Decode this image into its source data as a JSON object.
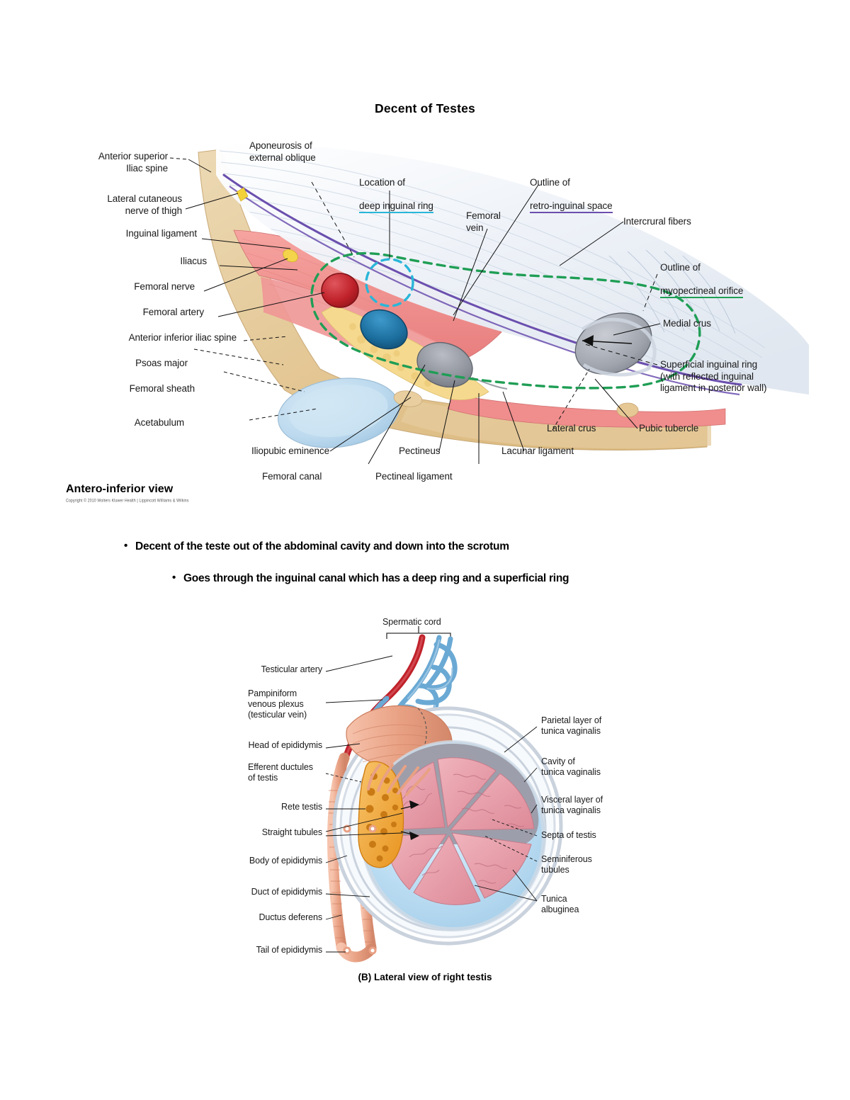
{
  "document": {
    "title": "Decent of Testes",
    "background_color": "#ffffff"
  },
  "figure_a": {
    "caption": "Antero-inferior view",
    "copyright": "Copyright © 2010 Wolters Kluwer Health | Lippincott Williams & Wilkins",
    "labels_left": [
      {
        "text": "Anterior superior\nIliac spine"
      },
      {
        "text": "Lateral cutaneous\nnerve of thigh"
      },
      {
        "text": "Inguinal ligament"
      },
      {
        "text": "Iliacus"
      },
      {
        "text": "Femoral nerve"
      },
      {
        "text": "Femoral artery"
      },
      {
        "text": "Anterior inferior iliac spine"
      },
      {
        "text": "Psoas major"
      },
      {
        "text": "Femoral sheath"
      },
      {
        "text": "Acetabulum"
      }
    ],
    "labels_top": [
      {
        "text": "Aponeurosis of\nexternal oblique"
      },
      {
        "line1": "Location of",
        "line2": "deep inguinal ring",
        "underline_color": "#29b6d8"
      },
      {
        "line1": "Outline of",
        "line2": "retro-inguinal space",
        "underline_color": "#6b4fae"
      },
      {
        "text": "Femoral\nvein"
      }
    ],
    "labels_right": [
      {
        "text": "Intercrural fibers"
      },
      {
        "line1": "Outline of",
        "line2": "myopectineal orifice",
        "underline_color": "#1f9e55"
      },
      {
        "text": "Medial crus"
      },
      {
        "text": "Superficial inguinal ring\n(with reflected inguinal\nligament in posterior wall)"
      },
      {
        "text": "Pubic tubercle"
      },
      {
        "text": "Lateral crus"
      }
    ],
    "labels_bottom": [
      {
        "text": "Iliopubic eminence"
      },
      {
        "text": "Femoral canal"
      },
      {
        "text": "Pectineus"
      },
      {
        "text": "Pectineal ligament"
      },
      {
        "text": "Lacunar ligament"
      }
    ],
    "colors": {
      "bone": "#e4c79a",
      "muscle": "#f08d8d",
      "aponeurosis": "#eef2f7",
      "artery": "#c0222b",
      "vein": "#1f76a8",
      "canal": "#8b8f98",
      "fat": "#f3d487",
      "nerve": "#f2d13b",
      "retro_inguinal_outline": "#6b4fae",
      "myopectineal_outline": "#1f9e55",
      "deep_ring_outline": "#29b6d8",
      "cartilage": "#b8d6ea"
    }
  },
  "bullets": [
    {
      "marker": "•",
      "text": "Decent of the teste out of the abdominal cavity and down into the scrotum"
    },
    {
      "marker": "•",
      "text": "Goes through the inguinal canal which has a deep ring and a superficial ring"
    }
  ],
  "figure_b": {
    "caption": "(B) Lateral view of right testis",
    "top_label": "Spermatic cord",
    "labels_left": [
      {
        "text": "Testicular artery"
      },
      {
        "text": "Pampiniform\nvenous plexus\n(testicular vein)"
      },
      {
        "text": "Head of epididymis"
      },
      {
        "text": "Efferent ductules\nof testis"
      },
      {
        "text": "Rete testis"
      },
      {
        "text": "Straight tubules"
      },
      {
        "text": "Body of epididymis"
      },
      {
        "text": "Duct of epididymis"
      },
      {
        "text": "Ductus deferens"
      },
      {
        "text": "Tail of epididymis"
      }
    ],
    "labels_right": [
      {
        "text": "Parietal layer of\ntunica vaginalis"
      },
      {
        "text": "Cavity of\ntunica vaginalis"
      },
      {
        "text": "Visceral layer of\ntunica vaginalis"
      },
      {
        "text": "Septa of testis"
      },
      {
        "text": "Seminiferous\ntubules"
      },
      {
        "text": "Tunica\nalbuginea"
      }
    ],
    "colors": {
      "artery": "#c0222b",
      "vein": "#6aa9d4",
      "duct": "#e9a184",
      "rete": "#f0a22e",
      "lobule": "#e4919c",
      "septa": "#9b9aa6",
      "cavity": "#bfe0f4",
      "tunica": "#d6dde6"
    }
  }
}
